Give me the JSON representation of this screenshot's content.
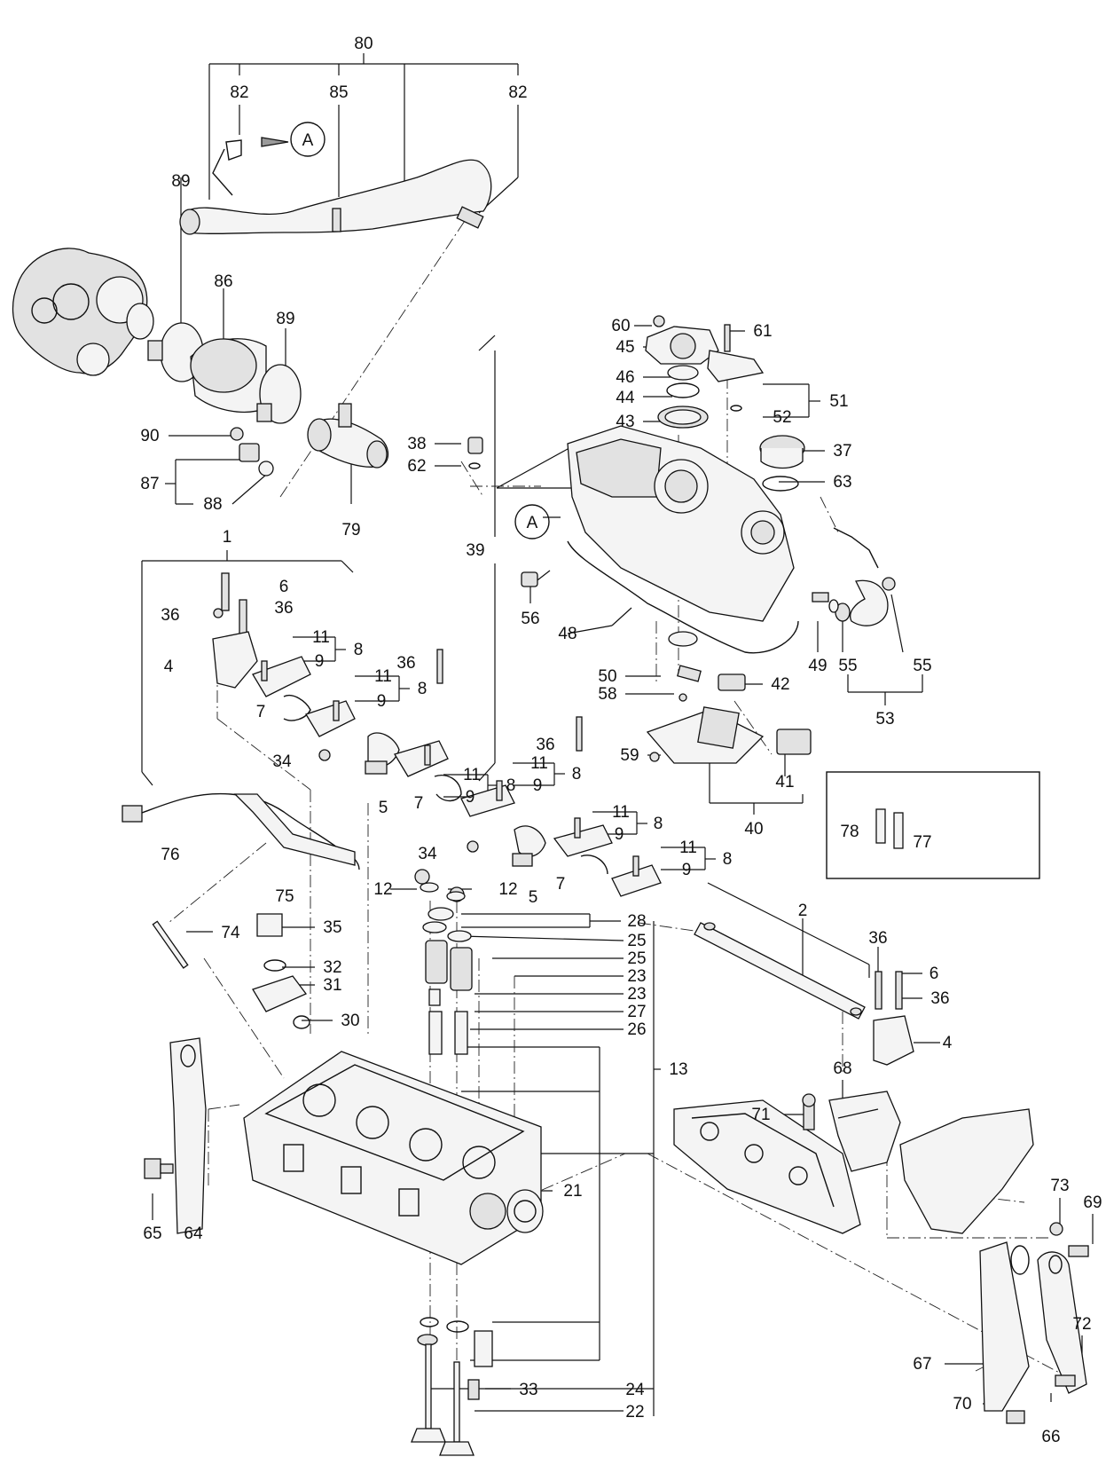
{
  "callouts": [
    "80",
    "82",
    "85",
    "82",
    "A",
    "89",
    "86",
    "89",
    "90",
    "87",
    "88",
    "79",
    "60",
    "45",
    "61",
    "46",
    "44",
    "51",
    "52",
    "43",
    "37",
    "38",
    "62",
    "63",
    "39",
    "A",
    "56",
    "48",
    "49",
    "55",
    "55",
    "53",
    "50",
    "58",
    "42",
    "59",
    "41",
    "40",
    "1",
    "6",
    "36",
    "36",
    "11",
    "9",
    "8",
    "4",
    "36",
    "11",
    "9",
    "8",
    "7",
    "11",
    "9",
    "8",
    "34",
    "5",
    "36",
    "11",
    "9",
    "8",
    "7",
    "11",
    "9",
    "8",
    "34",
    "5",
    "11",
    "9",
    "8",
    "12",
    "12",
    "7",
    "76",
    "75",
    "78",
    "77",
    "2",
    "36",
    "6",
    "36",
    "4",
    "74",
    "35",
    "32",
    "31",
    "30",
    "28",
    "25",
    "25",
    "23",
    "23",
    "27",
    "26",
    "13",
    "68",
    "71",
    "73",
    "69",
    "21",
    "65",
    "64",
    "67",
    "70",
    "66",
    "72",
    "33",
    "24",
    "22"
  ]
}
